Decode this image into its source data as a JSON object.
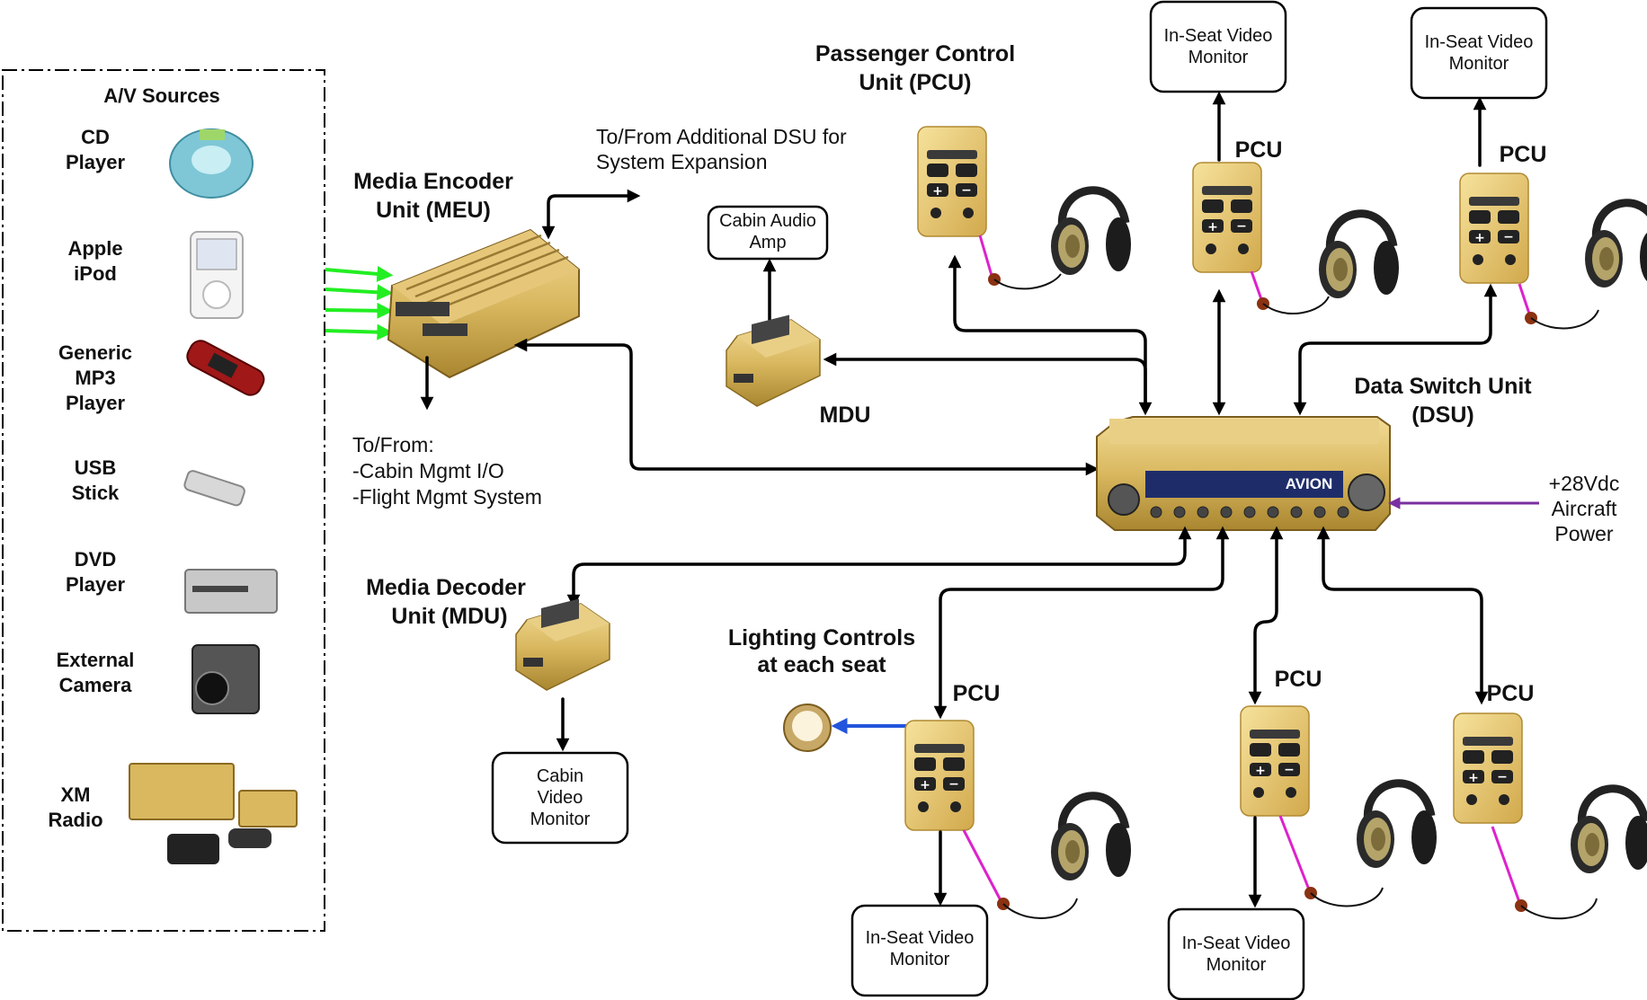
{
  "sources": {
    "title": "A/V Sources",
    "items": [
      {
        "line1": "CD",
        "line2": "Player",
        "line3": "",
        "icon": "cd-player-icon"
      },
      {
        "line1": "Apple",
        "line2": "iPod",
        "line3": "",
        "icon": "ipod-icon"
      },
      {
        "line1": "Generic",
        "line2": "MP3",
        "line3": "Player",
        "icon": "mp3-player-icon"
      },
      {
        "line1": "USB",
        "line2": "Stick",
        "line3": "",
        "icon": "usb-stick-icon"
      },
      {
        "line1": "DVD",
        "line2": "Player",
        "line3": "",
        "icon": "dvd-player-icon"
      },
      {
        "line1": "External",
        "line2": "Camera",
        "line3": "",
        "icon": "camera-icon"
      },
      {
        "line1": "XM",
        "line2": "Radio",
        "line3": "",
        "icon": "xm-radio-icon"
      }
    ]
  },
  "meu": {
    "line1": "Media Encoder",
    "line2": "Unit (MEU)"
  },
  "expansion": {
    "line1": "To/From Additional DSU for",
    "line2": "System Expansion"
  },
  "tofrom": {
    "line1": "To/From:",
    "line2": "-Cabin Mgmt I/O",
    "line3": "-Flight Mgmt System"
  },
  "cabin_audio": {
    "line1": "Cabin Audio",
    "line2": "Amp"
  },
  "mdu_top": {
    "label": "MDU"
  },
  "pcu_main": {
    "line1": "Passenger Control",
    "line2": "Unit (PCU)"
  },
  "monitors_top": [
    {
      "line1": "In-Seat Video",
      "line2": "Monitor"
    },
    {
      "line1": "In-Seat Video",
      "line2": "Monitor"
    }
  ],
  "pcu_labels": {
    "top1": "PCU",
    "top2": "PCU",
    "bottom1": "PCU",
    "bottom2": "PCU",
    "bottom3": "PCU"
  },
  "dsu": {
    "line1": "Data Switch Unit",
    "line2": "(DSU)",
    "brand": "AVION"
  },
  "power": {
    "line1": "+28Vdc",
    "line2": "Aircraft",
    "line3": "Power"
  },
  "mdu_bottom": {
    "line1": "Media Decoder",
    "line2": "Unit (MDU)"
  },
  "cabin_video": {
    "line1": "Cabin",
    "line2": "Video",
    "line3": "Monitor"
  },
  "lighting": {
    "line1": "Lighting Controls",
    "line2": "at each seat"
  },
  "monitors_bottom": [
    {
      "line1": "In-Seat Video",
      "line2": "Monitor"
    },
    {
      "line1": "In-Seat Video",
      "line2": "Monitor"
    }
  ],
  "colors": {
    "source_arrows": "#22ee22",
    "power_arrow": "#7a2fa0",
    "lighting_arrow": "#2255dd",
    "headphone_cord": "#dd22cc",
    "gold": "#d9b860",
    "wire": "#000000"
  }
}
